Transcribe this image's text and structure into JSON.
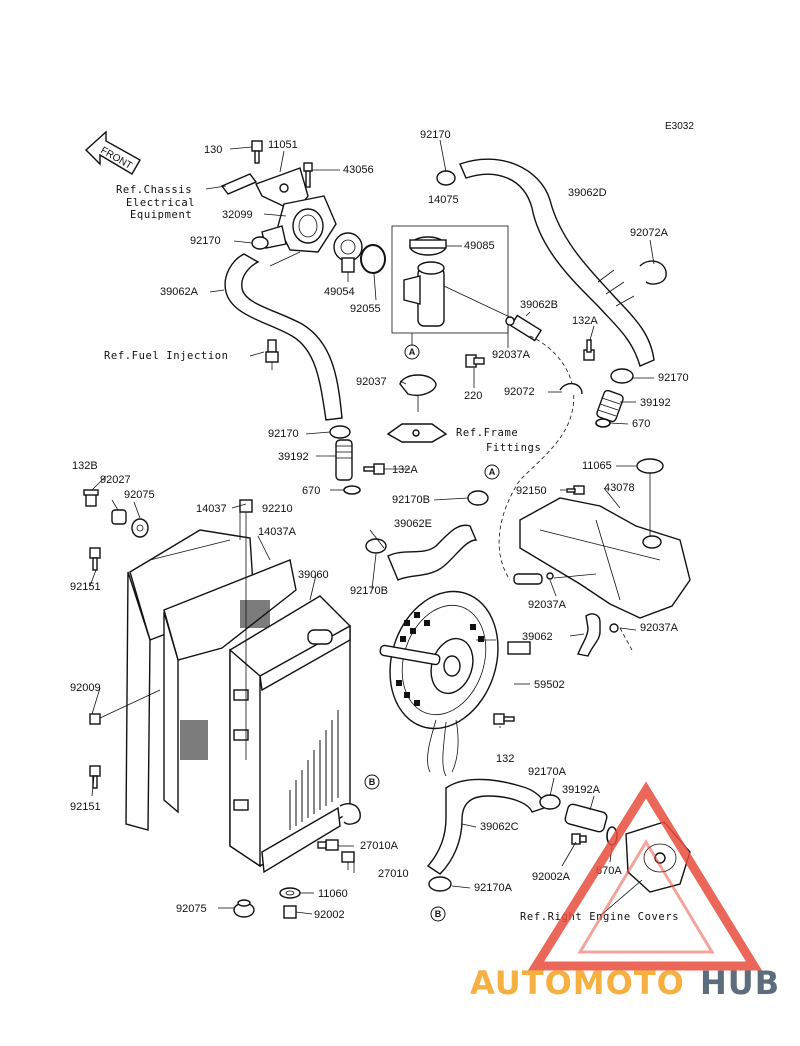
{
  "diagram_code": "E3032",
  "front_label": "FRONT",
  "parts": [
    {
      "id": "p130",
      "label": "130"
    },
    {
      "id": "p11051",
      "label": "11051"
    },
    {
      "id": "p43056",
      "label": "43056"
    },
    {
      "id": "p92170_top",
      "label": "92170"
    },
    {
      "id": "p14075",
      "label": "14075"
    },
    {
      "id": "p39062D",
      "label": "39062D"
    },
    {
      "id": "p32099",
      "label": "32099"
    },
    {
      "id": "p92170_left",
      "label": "92170"
    },
    {
      "id": "p49085",
      "label": "49085"
    },
    {
      "id": "p92072A",
      "label": "92072A"
    },
    {
      "id": "p39062A",
      "label": "39062A"
    },
    {
      "id": "p49054",
      "label": "49054"
    },
    {
      "id": "p92055",
      "label": "92055"
    },
    {
      "id": "p39062B",
      "label": "39062B"
    },
    {
      "id": "p132A_top",
      "label": "132A"
    },
    {
      "id": "p92037A_top",
      "label": "92037A"
    },
    {
      "id": "p92170_right",
      "label": "92170"
    },
    {
      "id": "p92037",
      "label": "92037"
    },
    {
      "id": "p220",
      "label": "220"
    },
    {
      "id": "p92072",
      "label": "92072"
    },
    {
      "id": "p39192_right",
      "label": "39192"
    },
    {
      "id": "p670_right",
      "label": "670"
    },
    {
      "id": "p92170_mid",
      "label": "92170"
    },
    {
      "id": "p39192_mid",
      "label": "39192"
    },
    {
      "id": "p132A_mid",
      "label": "132A"
    },
    {
      "id": "p11065",
      "label": "11065"
    },
    {
      "id": "p670_mid",
      "label": "670"
    },
    {
      "id": "p92170B_top",
      "label": "92170B"
    },
    {
      "id": "p92150",
      "label": "92150"
    },
    {
      "id": "p43078",
      "label": "43078"
    },
    {
      "id": "p132B",
      "label": "132B"
    },
    {
      "id": "p92027",
      "label": "92027"
    },
    {
      "id": "p92075_top",
      "label": "92075"
    },
    {
      "id": "p14037",
      "label": "14037"
    },
    {
      "id": "p92210",
      "label": "92210"
    },
    {
      "id": "p39062E",
      "label": "39062E"
    },
    {
      "id": "p14037A",
      "label": "14037A"
    },
    {
      "id": "p39060",
      "label": "39060"
    },
    {
      "id": "p92170B_mid",
      "label": "92170B"
    },
    {
      "id": "p92151_top",
      "label": "92151"
    },
    {
      "id": "p92037A_mid",
      "label": "92037A"
    },
    {
      "id": "p39062",
      "label": "39062"
    },
    {
      "id": "p92037A_right",
      "label": "92037A"
    },
    {
      "id": "p59502",
      "label": "59502"
    },
    {
      "id": "p92009",
      "label": "92009"
    },
    {
      "id": "p132",
      "label": "132"
    },
    {
      "id": "p92170A_top",
      "label": "92170A"
    },
    {
      "id": "p39192A",
      "label": "39192A"
    },
    {
      "id": "p92151_bot",
      "label": "92151"
    },
    {
      "id": "p39062C",
      "label": "39062C"
    },
    {
      "id": "p27010A",
      "label": "27010A"
    },
    {
      "id": "p92002A",
      "label": "92002A"
    },
    {
      "id": "p27010",
      "label": "27010"
    },
    {
      "id": "p670A",
      "label": "670A"
    },
    {
      "id": "p11060",
      "label": "11060"
    },
    {
      "id": "p92170A_bot",
      "label": "92170A"
    },
    {
      "id": "p92075_bot",
      "label": "92075"
    },
    {
      "id": "p92002",
      "label": "92002"
    }
  ],
  "references": {
    "chassis_line1": "Ref.Chassis",
    "chassis_line2": "Electrical",
    "chassis_line3": "Equipment",
    "fuel": "Ref.Fuel Injection",
    "frame_line1": "Ref.Frame",
    "frame_line2": "Fittings",
    "engine": "Ref.Right Engine Covers"
  },
  "markers": {
    "A": "A",
    "B": "B"
  },
  "watermark": {
    "part1": "AUTOMOTO",
    "part2": "HUB",
    "color1": "#f5b041",
    "color2": "#5d6d7e",
    "accent": "#e74c3c"
  }
}
